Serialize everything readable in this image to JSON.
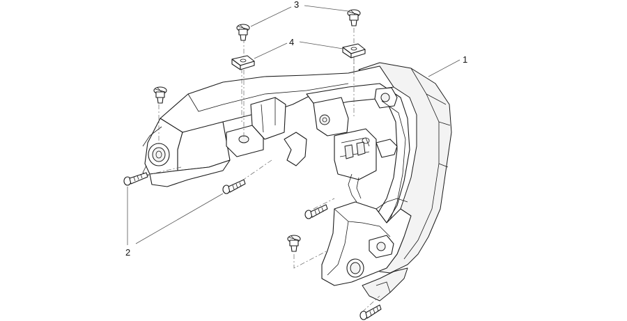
{
  "callouts": {
    "c1": "1",
    "c2": "2",
    "c3": "3",
    "c4": "4"
  },
  "icons": {
    "screw": "screw-icon",
    "clip": "clip-nut-icon"
  }
}
